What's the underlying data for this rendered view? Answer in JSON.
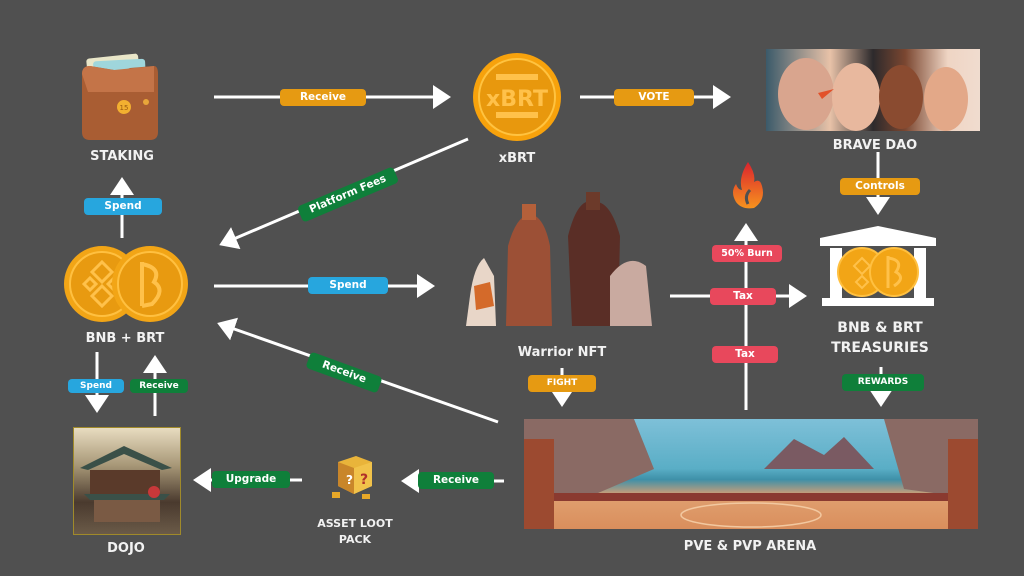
{
  "nodes": {
    "staking": "STAKING",
    "xbrt": "xBRT",
    "xbrt_coin_text": "xBRT",
    "brave_dao": "BRAVE DAO",
    "bnb_brt": "BNB + BRT",
    "warrior_nft": "Warrior NFT",
    "treasuries_line1": "BNB & BRT",
    "treasuries_line2": "TREASURIES",
    "dojo": "DOJO",
    "loot_line1": "ASSET LOOT",
    "loot_line2": "PACK",
    "arena": "PVE & PVP ARENA",
    "wallet_coin_text": "15"
  },
  "edges": {
    "staking_to_xbrt": "Receive",
    "xbrt_to_dao": "VOTE",
    "xbrt_to_bnb": "Platform Fees",
    "bnb_to_staking": "Spend",
    "bnb_to_warrior": "Spend",
    "dao_to_treasury": "Controls",
    "warrior_to_arena": "FIGHT",
    "arena_to_bnb": "Receive",
    "burn": "50% Burn",
    "tax_horizontal": "Tax",
    "tax_vertical": "Tax",
    "treasury_rewards": "REWARDS",
    "bnb_to_dojo": "Spend",
    "dojo_to_bnb": "Receive",
    "arena_to_loot": "Receive",
    "loot_to_dojo": "Upgrade"
  },
  "colors": {
    "background": "#505050",
    "orange": "#e69a12",
    "blue": "#27a6de",
    "green": "#0f7f3a",
    "red": "#e8485c",
    "gold": "#f2a516"
  }
}
